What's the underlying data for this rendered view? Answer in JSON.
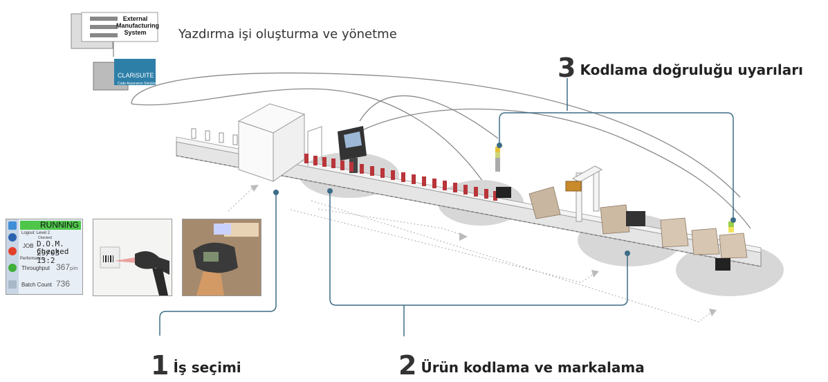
{
  "caption": "Yazdırma işi oluşturma ve yönetme",
  "server_label": "External Manufacturing System",
  "clarisuite": {
    "name": "CLARiSUITE",
    "tagline": "Code Assurance Solution"
  },
  "steps": [
    {
      "number": "1",
      "title": "İş seçimi"
    },
    {
      "number": "2",
      "title": "Ürün kodlama ve markalama"
    },
    {
      "number": "3",
      "title": "Kodlama doğruluğu uyarıları"
    }
  ],
  "hmi": {
    "status": "RUNNING",
    "logout": "Logout: Level 2",
    "job_label": "JOB",
    "job_small": "Checked",
    "job_line1": "D.O.M. 29/03",
    "job_line2": "Checked 13:2",
    "performance": "Performance",
    "throughput_label": "Throughput",
    "throughput_value": "367",
    "throughput_unit": "p/m",
    "batch_label": "Batch Count",
    "batch_value": "736"
  }
}
